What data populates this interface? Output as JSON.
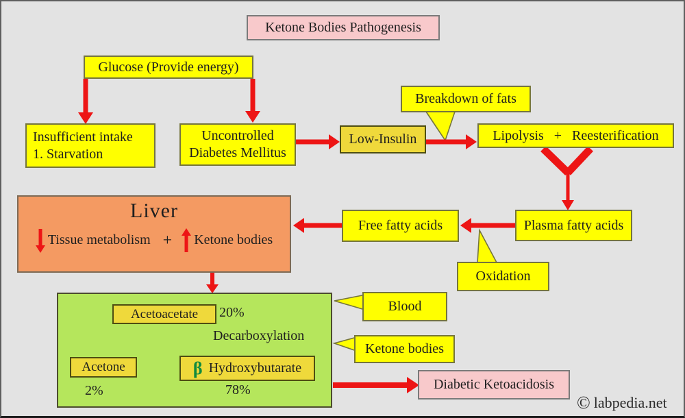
{
  "title": "Ketone Bodies Pathogenesis",
  "nodes": {
    "glucose": "Glucose (Provide energy)",
    "insufficient_line1": "Insufficient intake",
    "insufficient_line2": "1. Starvation",
    "uncontrolled_line1": "Uncontrolled",
    "uncontrolled_line2": "Diabetes Mellitus",
    "low_insulin": "Low-Insulin",
    "breakdown_of_fats": "Breakdown of fats",
    "lipolysis_reesterification": "Lipolysis + Reesterification",
    "plasma_fatty_acids": "Plasma fatty acids",
    "free_fatty_acids": "Free fatty acids",
    "liver_title": "Liver",
    "liver_tissue_metabolism": "Tissue metabolism",
    "liver_plus": "+",
    "liver_ketone_bodies": "Ketone bodies",
    "oxidation": "Oxidation",
    "acetoacetate": "Acetoacetate",
    "acetoacetate_pct": "20%",
    "decarboxylation": "Decarboxylation",
    "acetone": "Acetone",
    "acetone_pct": "2%",
    "beta_symbol": "β",
    "hydroxybutarate": "Hydroxybutarate",
    "hydroxybutarate_pct": "78%",
    "blood": "Blood",
    "ketone_bodies": "Ketone bodies",
    "diabetic_ketoacidosis": "Diabetic Ketoacidosis"
  },
  "watermark": {
    "symbol": "©",
    "text": "labpedia.net"
  },
  "colors": {
    "background": "#E3E3E3",
    "box_yellow": "#FFFF00",
    "box_gold": "#EFD93B",
    "box_pink": "#F8C9CB",
    "box_orange": "#F49A62",
    "panel_green": "#B5E65C",
    "arrow_red": "#ED1515",
    "beta_green": "#0E8A3E",
    "text": "#1F1F1F"
  }
}
